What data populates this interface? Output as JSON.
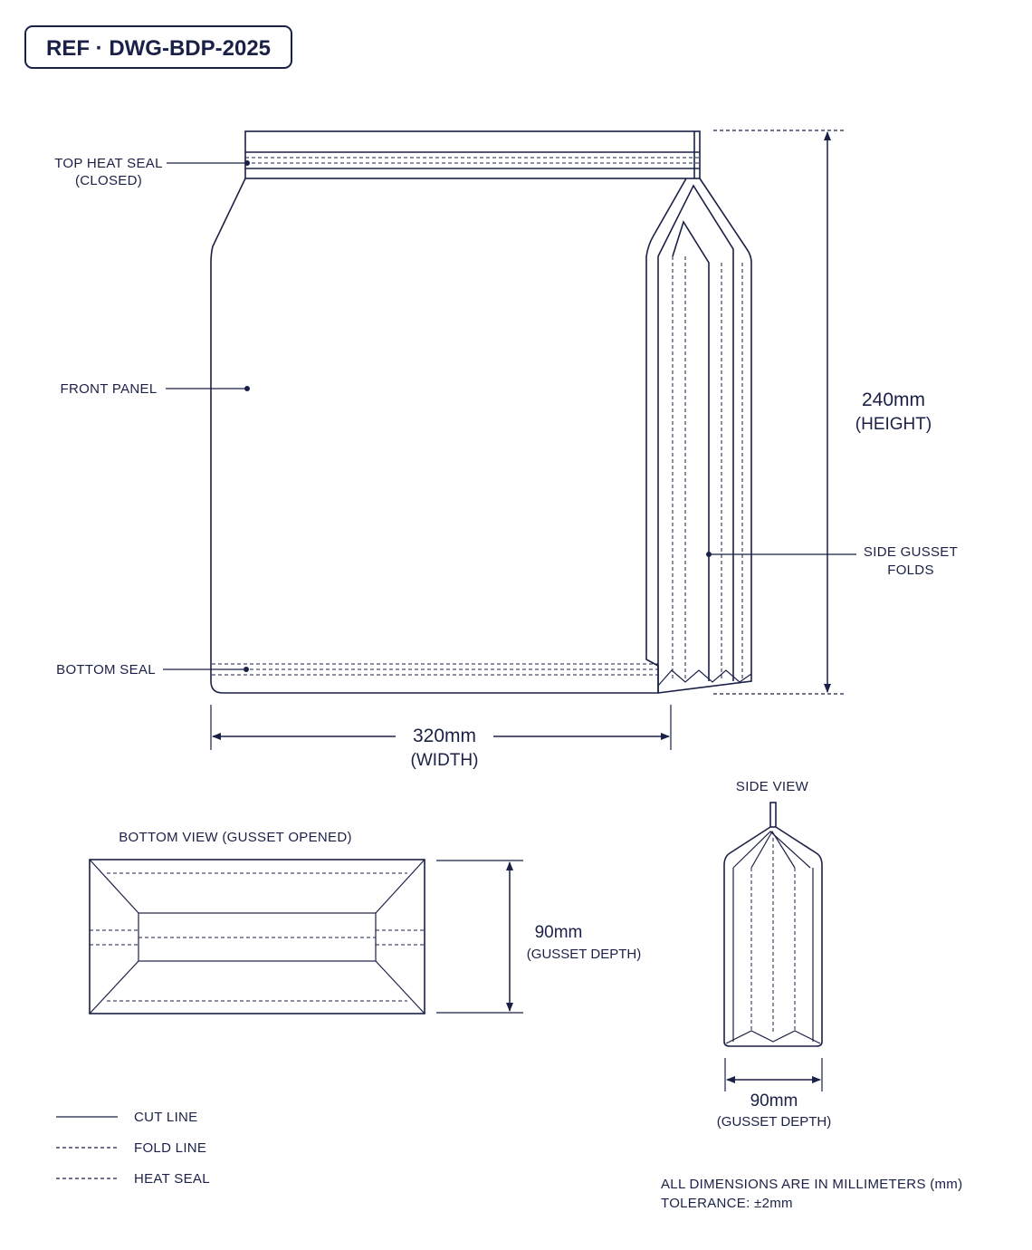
{
  "reference": "REF · DWG-BDP-2025",
  "callouts": {
    "top_seal": [
      "TOP HEAT SEAL",
      "(CLOSED)"
    ],
    "front_panel": "FRONT PANEL",
    "bottom_seal": "BOTTOM SEAL",
    "side_gusset": [
      "SIDE GUSSET",
      "FOLDS"
    ]
  },
  "dimensions": {
    "height": {
      "value": "240mm",
      "label": "(HEIGHT)"
    },
    "width": {
      "value": "320mm",
      "label": "(WIDTH)"
    },
    "gusset_bottom": {
      "value": "90mm",
      "label": "(GUSSET DEPTH)"
    },
    "gusset_side": {
      "value": "90mm",
      "label": "(GUSSET DEPTH)"
    }
  },
  "views": {
    "bottom": "BOTTOM VIEW (GUSSET OPENED)",
    "side": "SIDE VIEW"
  },
  "legend": [
    {
      "label": "CUT LINE",
      "style": "solid"
    },
    {
      "label": "FOLD LINE",
      "style": "dashed"
    },
    {
      "label": "HEAT SEAL",
      "style": "dashed"
    }
  ],
  "notes": [
    "ALL DIMENSIONS ARE IN MILLIMETERS (mm)",
    "TOLERANCE: ±2mm"
  ],
  "colors": {
    "ink": "#1b2146",
    "background": "#ffffff"
  }
}
